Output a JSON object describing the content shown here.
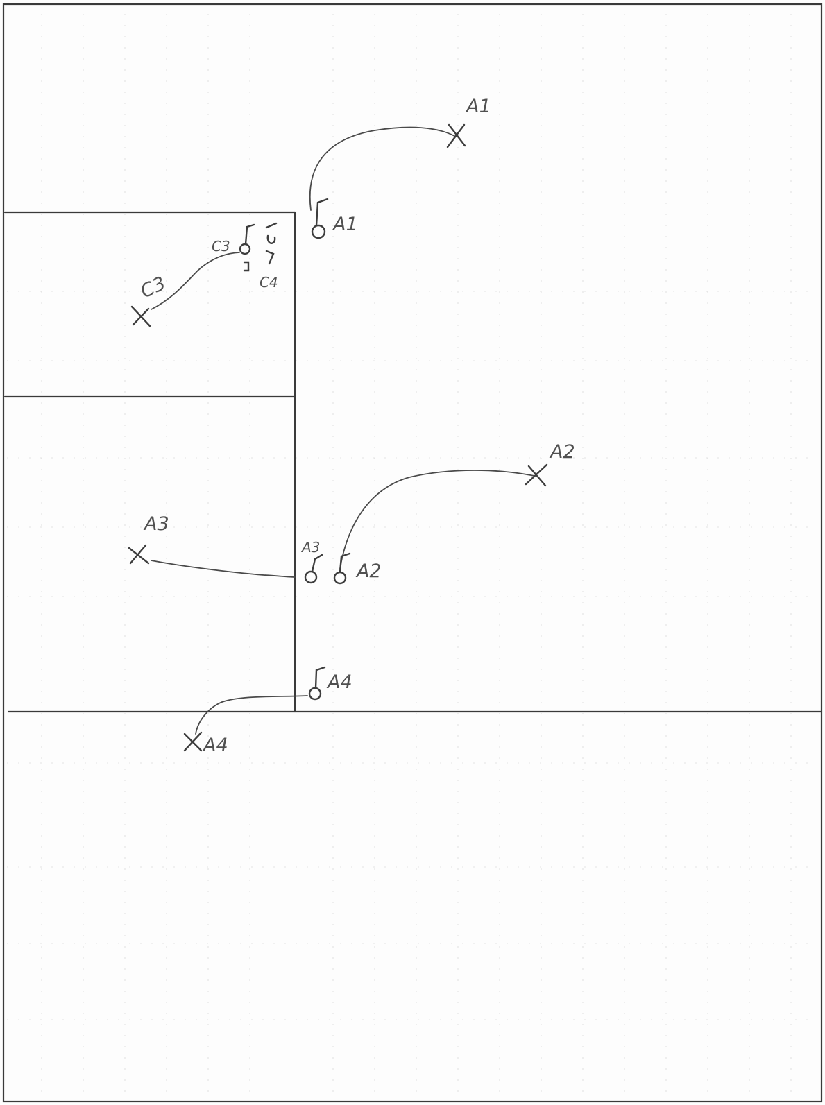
{
  "labels": {
    "a1_target": "A1",
    "a1_socket": "A1",
    "a2_target": "A2",
    "a2_socket": "A2",
    "a3_target": "A3",
    "a3_socket": "A3",
    "a4_target": "A4",
    "a4_socket": "A4",
    "c3_target": "C3",
    "c3_socket": "C3",
    "c4_socket": "C4"
  },
  "colors": {
    "paper": "#fdfdfd",
    "ink": "#3a3a3a",
    "grid": "#d9d9d9"
  }
}
